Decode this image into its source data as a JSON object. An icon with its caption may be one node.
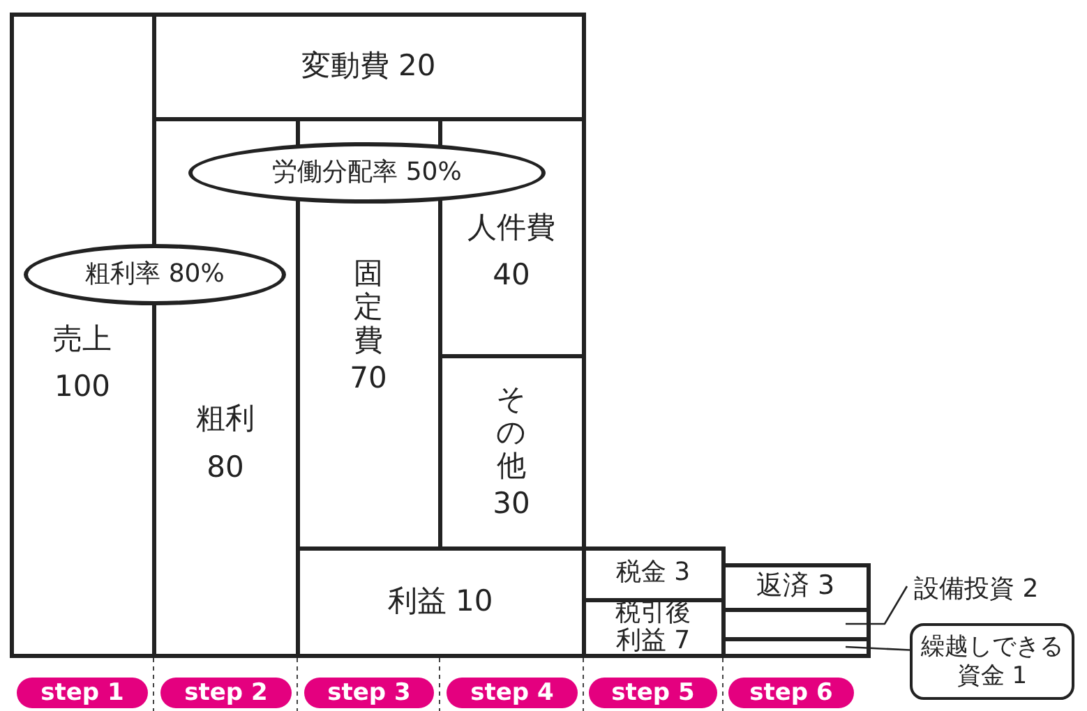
{
  "diagram": {
    "nodes": [
      {
        "text": [
          "売上",
          "100"
        ]
      },
      {
        "text": [
          "変動費 20"
        ]
      },
      {
        "text": [
          "粗利",
          "80"
        ]
      },
      {
        "text": [
          "固定費",
          "70"
        ]
      },
      {
        "text": [
          "人件費",
          "40"
        ]
      },
      {
        "text": [
          "その他",
          "30"
        ]
      },
      {
        "text": [
          "利益 10"
        ]
      },
      {
        "text": [
          "税金 3"
        ]
      },
      {
        "text": [
          "税引後利益 7"
        ]
      },
      {
        "text": [
          "返済 3"
        ]
      },
      {
        "text": [],
        "shape": "box"
      },
      {
        "text": [],
        "shape": "box"
      },
      {
        "text": [
          "設備投資 2"
        ]
      },
      {
        "text": [
          "繰越しできる資金 1"
        ]
      },
      {
        "text": [
          "粗利率 80%"
        ]
      },
      {
        "text": [
          "労働分配率 50%"
        ]
      }
    ],
    "edges": [
      {
        "from": 12,
        "to": 10,
        "arrow": "none"
      },
      {
        "from": 13,
        "to": 11,
        "arrow": "none"
      }
    ],
    "labels": [
      "step 1",
      "step 2",
      "step 3",
      "step 4",
      "step 5",
      "step 6"
    ]
  }
}
